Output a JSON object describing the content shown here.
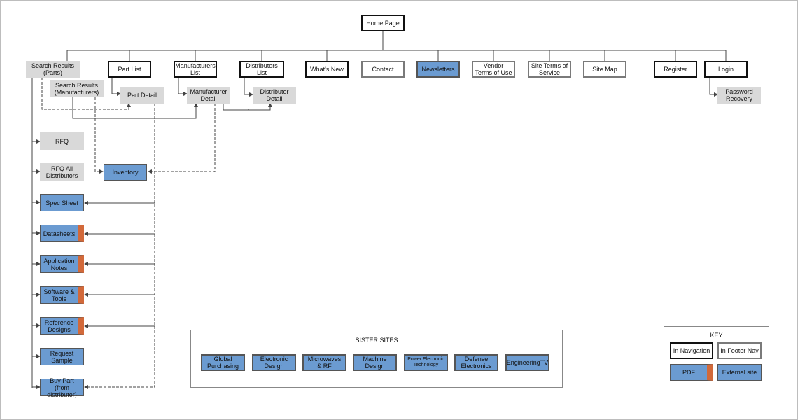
{
  "nodes": {
    "home": "Home Page",
    "search_parts": "Search Results (Parts)",
    "search_manufacturers": "Search Results (Manufacturers)",
    "part_list": "Part List",
    "part_detail": "Part Detail",
    "manufacturers_list": "Manufacturers List",
    "manufacturer_detail": "Manufacturer Detail",
    "distributors_list": "Distributors List",
    "distributor_detail": "Distributor Detail",
    "whats_new": "What's New",
    "contact": "Contact",
    "newsletters": "Newsletters",
    "vendor_terms": "Vendor Terms of Use",
    "site_terms": "Site Terms of Service",
    "site_map": "Site Map",
    "register": "Register",
    "login": "Login",
    "password_recovery": "Password Recovery",
    "rfq": "RFQ",
    "rfq_all": "RFQ All Distributors",
    "inventory": "Inventory",
    "spec_sheet": "Spec Sheet",
    "datasheets": "Datasheets",
    "application_notes": "Application Notes",
    "software_tools": "Software & Tools",
    "reference_designs": "Reference Designs",
    "request_sample": "Request Sample",
    "buy_part": "Buy Part  (from distributor)"
  },
  "sister_sites": {
    "title": "SISTER SITES",
    "items": [
      "Global Purchasing",
      "Electronic Design",
      "Microwaves & RF",
      "Machine Design",
      "Power Electronic Technology",
      "Defense Electronics",
      "EngineeringTV"
    ]
  },
  "key": {
    "title": "KEY",
    "in_navigation": "In Navigation",
    "in_footer_nav": "In Footer Nav",
    "pdf": "PDF",
    "external_site": "External site"
  },
  "colors": {
    "page_blue": "#6b9bd1",
    "pdf_orange": "#d2693a",
    "secondary_grey": "#d9d9d9",
    "navigation_border": "#111111",
    "footer_border": "#7a7a7a"
  }
}
